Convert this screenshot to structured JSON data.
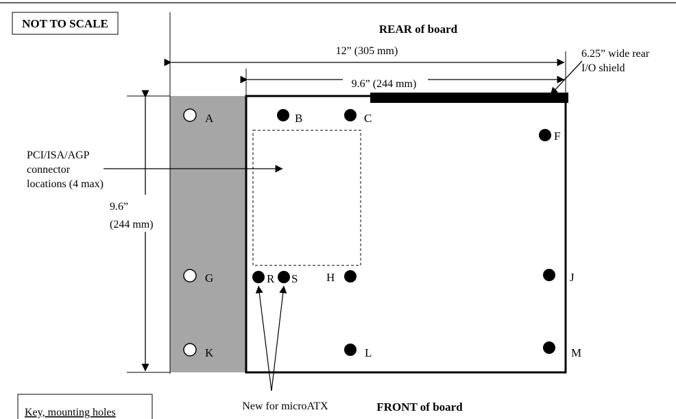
{
  "scale_note": "NOT TO SCALE",
  "rear_label": "REAR of board",
  "front_label": "FRONT of board",
  "width_atx": "12” (305 mm)",
  "width_microatx": "9.6” (244 mm)",
  "io_shield_line1": "6.25” wide rear",
  "io_shield_line2": "I/O shield",
  "height_line1": "9.6”",
  "height_line2": "(244 mm)",
  "connector_line1": "PCI/ISA/AGP",
  "connector_line2": "connector",
  "connector_line3": "locations (4 max)",
  "new_microatx": "New for microATX",
  "key_title": "Key, mounting holes",
  "colors": {
    "shaded_area": "#a6a6a6",
    "hole_fill": "#000000",
    "open_hole_fill": "#ffffff"
  },
  "holes": [
    {
      "label": "A",
      "style": "open"
    },
    {
      "label": "B",
      "style": "filled"
    },
    {
      "label": "C",
      "style": "filled"
    },
    {
      "label": "F",
      "style": "filled"
    },
    {
      "label": "G",
      "style": "open"
    },
    {
      "label": "R",
      "style": "filled"
    },
    {
      "label": "S",
      "style": "filled"
    },
    {
      "label": "H",
      "style": "filled"
    },
    {
      "label": "J",
      "style": "filled"
    },
    {
      "label": "K",
      "style": "open"
    },
    {
      "label": "L",
      "style": "filled"
    },
    {
      "label": "M",
      "style": "filled"
    }
  ]
}
